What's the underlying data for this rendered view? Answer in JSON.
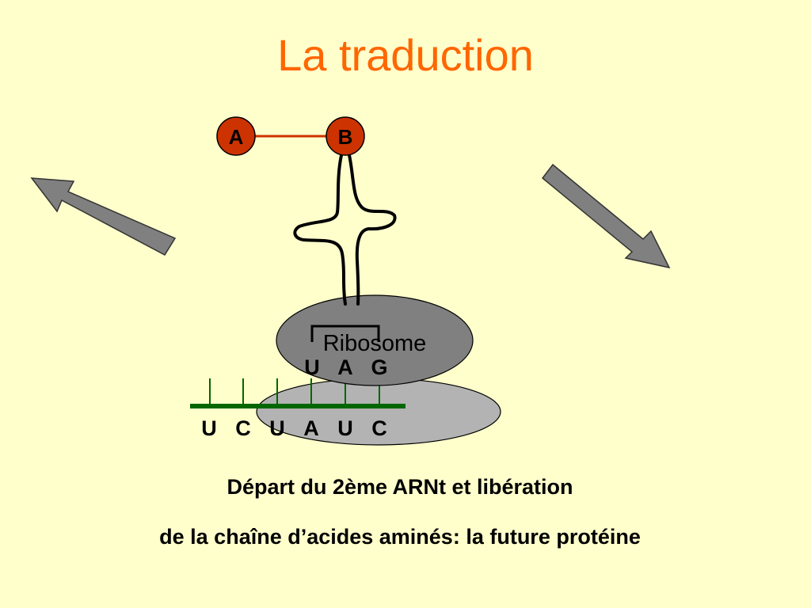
{
  "title": "La traduction",
  "amino_acids": [
    "A",
    "B"
  ],
  "ribosome_label": "Ribosome",
  "anticodon": [
    "U",
    "A",
    "G"
  ],
  "mrna_bases": [
    "U",
    "C",
    "U",
    "A",
    "U",
    "C"
  ],
  "caption": {
    "line1": "Départ du 2ème ARNt et libération",
    "line2": "de la chaîne d’acides aminés: la future protéine"
  },
  "colors": {
    "background": "#FFFFCC",
    "title": "#FF6600",
    "amino_acid_fill": "#CC3300",
    "peptide_bond": "#CC3300",
    "mrna_strand": "#006600",
    "ribosome_large": "#808080",
    "ribosome_small": "#B3B3B3",
    "arrow": "#808080"
  },
  "icons": {
    "left_arrow": "arrow-up-left-icon",
    "right_arrow": "arrow-down-right-icon"
  }
}
